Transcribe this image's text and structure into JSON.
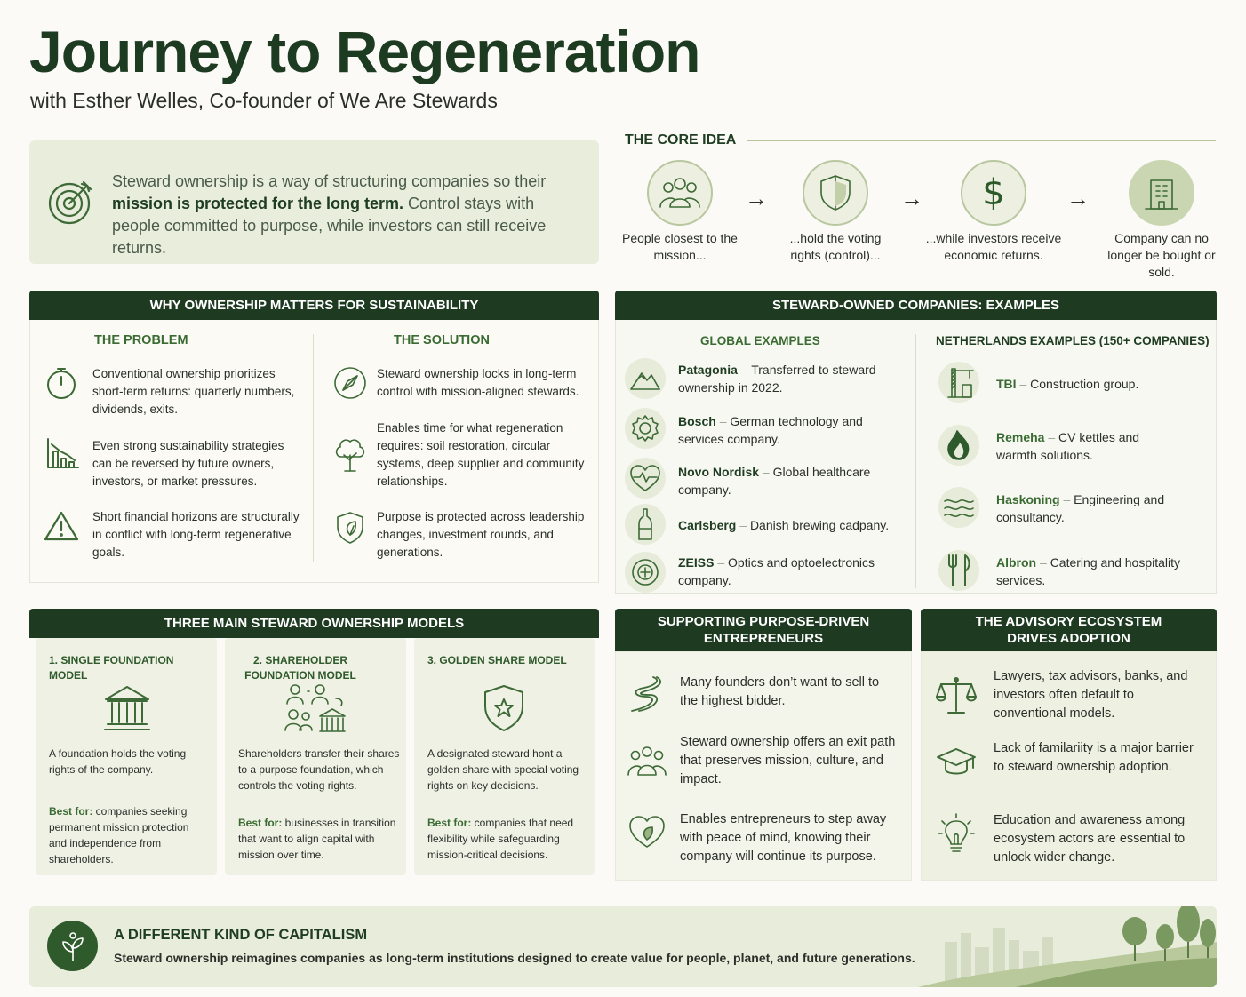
{
  "header": {
    "title": "Journey to Regeneration",
    "subtitle": "with Esther Welles, Co-founder of We Are Stewards"
  },
  "core_box": {
    "text_1": "Steward ownership is a way of structuring companies so their ",
    "text_bold": "mission is protected for the long term.",
    "text_2": " Control stays with people committed to purpose, while investors can still receive returns.",
    "icon": "target-icon"
  },
  "core_idea": {
    "heading": "THE CORE IDEA",
    "steps": [
      {
        "icon": "people-icon",
        "caption": "People closest to the mission..."
      },
      {
        "icon": "shield-icon",
        "caption": "...hold the voting rights (control)..."
      },
      {
        "icon": "dollar-icon",
        "caption": "...while investors receive economic returns."
      },
      {
        "icon": "building-icon",
        "caption": "Company can no longer be bought or sold."
      }
    ],
    "arrow": "→"
  },
  "why": {
    "bar": "WHY OWNERSHIP MATTERS FOR SUSTAINABILITY",
    "problem_head": "THE PROBLEM",
    "solution_head": "THE SOLUTION",
    "problems": [
      {
        "icon": "stopwatch-icon",
        "text": "Conventional ownership prioritizes short-term returns: quarterly numbers, dividends, exits."
      },
      {
        "icon": "declining-chart-icon",
        "text": "Even strong sustainability strategies can be reversed by future owners, investors, or market pressures."
      },
      {
        "icon": "warning-icon",
        "text": "Short financial horizons are structurally in conflict with long-term regenerative goals."
      }
    ],
    "solutions": [
      {
        "icon": "compass-icon",
        "text": "Steward ownership locks in long-term control with mission-aligned stewards."
      },
      {
        "icon": "tree-icon",
        "text": "Enables time for what regeneration requires: soil restoration, circular systems, deep supplier and community relationships."
      },
      {
        "icon": "shield-leaf-icon",
        "text": "Purpose is protected across leadership changes, investment rounds, and generations."
      }
    ]
  },
  "examples": {
    "bar": "STEWARD-OWNED COMPANIES: EXAMPLES",
    "global_head": "GLOBAL EXAMPLES",
    "nl_head": "NETHERLANDS EXAMPLES (150+ COMPANIES)",
    "dash": "–",
    "global": [
      {
        "icon": "mountain-icon",
        "name": "Patagonia",
        "desc": "Transferred to steward ownership in 2022."
      },
      {
        "icon": "gear-icon",
        "name": "Bosch",
        "desc": "German technology and services company."
      },
      {
        "icon": "heartbeat-icon",
        "name": "Novo Nordisk",
        "desc": "Global healthcare company."
      },
      {
        "icon": "bottle-icon",
        "name": "Carlsberg",
        "desc": "Danish brewing cadpany."
      },
      {
        "icon": "lens-icon",
        "name": "ZEISS",
        "desc": "Optics and optoelectronics company."
      }
    ],
    "nl": [
      {
        "icon": "crane-icon",
        "name": "TBI",
        "desc": "Construction group."
      },
      {
        "icon": "flame-icon",
        "name": "Remeha",
        "desc": "CV kettles and warmth solutions."
      },
      {
        "icon": "waves-icon",
        "name": "Haskoning",
        "desc": "Engineering and consultancy."
      },
      {
        "icon": "cutlery-icon",
        "name": "Albron",
        "desc": "Catering and hospitality services."
      }
    ]
  },
  "models": {
    "bar": "THREE MAIN STEWARD OWNERSHIP MODELS",
    "best_for": "Best for:",
    "cards": [
      {
        "title": "1. SINGLE FOUNDATION MODEL",
        "icon": "foundation-building-icon",
        "text": "A foundation holds the voting rights of the company.",
        "best": " companies seeking permanent mission protection and independence from shareholders."
      },
      {
        "title": "2. SHAREHOLDER FOUNDATION MODEL",
        "icon": "shareholders-icon",
        "text": "Shareholders transfer their shares to a purpose foundation, which controls the voting rights.",
        "best": " businesses in transition that want to align capital with mission over time."
      },
      {
        "title": "3. GOLDEN SHARE MODEL",
        "icon": "star-shield-icon",
        "text": "A designated steward hont a golden share with special voting rights on key decisions.",
        "best": " companies that need flexibility while safeguarding mission-critical decisions."
      }
    ]
  },
  "supporting": {
    "bar_1": "SUPPORTING PURPOSE-DRIVEN",
    "bar_2": "ENTREPRENEURS",
    "items": [
      {
        "icon": "winding-path-icon",
        "text": "Many founders don’t want to sell to the highest bidder."
      },
      {
        "icon": "group-icon",
        "text": "Steward ownership offers an exit path that preserves mission, culture, and impact."
      },
      {
        "icon": "heart-leaf-icon",
        "text": "Enables entrepreneurs to step away with peace of mind, knowing their company will continue its purpose."
      }
    ]
  },
  "advisory": {
    "bar_1": "THE ADVISORY ECOSYSTEM",
    "bar_2": "DRIVES ADOPTION",
    "items": [
      {
        "icon": "scales-icon",
        "text": "Lawyers, tax advisors, banks, and investors often default to conventional models."
      },
      {
        "icon": "graduation-cap-icon",
        "text": "Lack of familariity is a major barrier to steward ownership adoption."
      },
      {
        "icon": "lightbulb-icon",
        "text": "Education and awareness among ecosystem actors are essential to unlock wider change."
      }
    ]
  },
  "capitalism": {
    "title": "A DIFFERENT KIND OF CAPITALISM",
    "text": "Steward ownership reimagines companies as long-term institutions designed to create value for people, planet, and future generations.",
    "icon": "sprout-icon"
  },
  "colors": {
    "dark_green": "#1e3b22",
    "accent_green": "#3a6b32",
    "pale_green": "#e9eddc"
  }
}
